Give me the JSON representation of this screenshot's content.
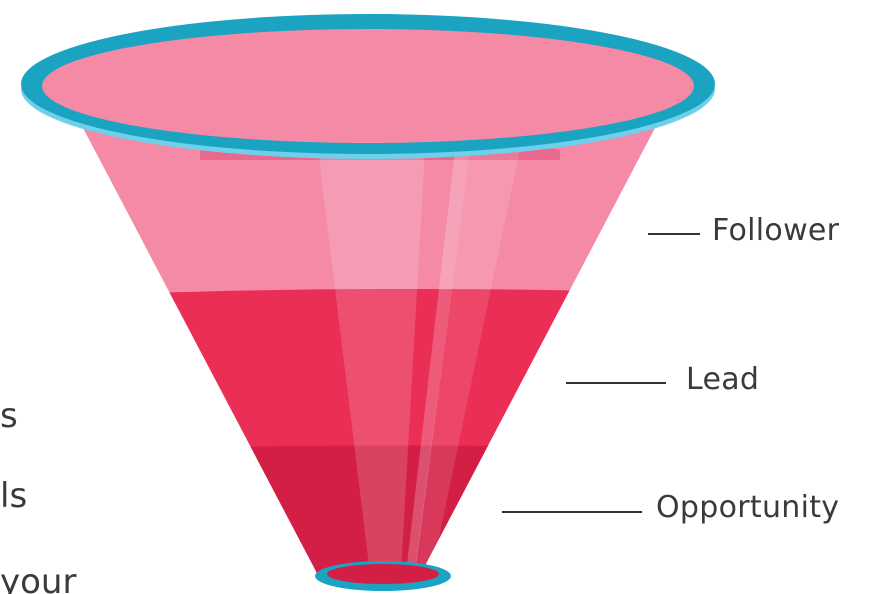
{
  "funnel": {
    "stages": [
      {
        "label": "Follower",
        "color": "#f48aa6"
      },
      {
        "label": "Lead",
        "color": "#ea2e55"
      },
      {
        "label": "Opportunity",
        "color": "#d31e45"
      }
    ],
    "rim_color": "#1aa4c2",
    "rim_inner_color": "#f48aa6",
    "rim_highlight_color": "#6ed0ea",
    "spout_color": "#1aa4c2"
  },
  "side_text": {
    "line1": "s",
    "line2": "ls",
    "line3": "your"
  }
}
